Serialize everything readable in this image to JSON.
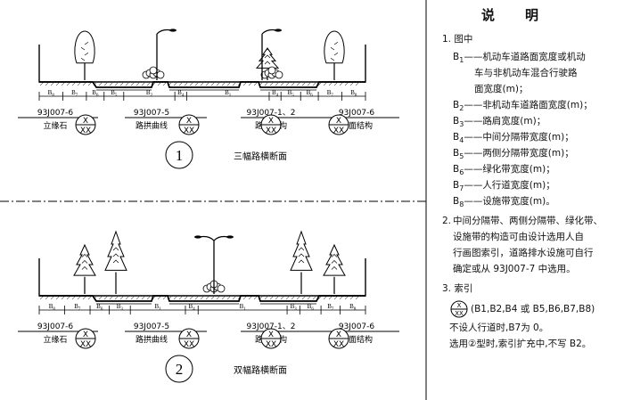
{
  "diagram1": {
    "number": "1",
    "caption": "三幅路横断面",
    "dims": [
      "B8",
      "B7",
      "B6",
      "B5",
      "B2",
      "B4",
      "B1",
      "B4",
      "B5",
      "B6",
      "B7",
      "B8"
    ],
    "refs": [
      {
        "code": "93J007-6",
        "label": "立缘石"
      },
      {
        "code": "93J007-5",
        "label": "路拱曲线"
      },
      {
        "code": "93J007-1、2",
        "label": "路面结构"
      },
      {
        "code": "93J007-6",
        "label": "道面结构"
      }
    ]
  },
  "diagram2": {
    "number": "2",
    "caption": "双幅路横断面",
    "dims": [
      "B8",
      "B7",
      "B6",
      "B3",
      "B1",
      "B4",
      "B1",
      "B3",
      "B6",
      "B7",
      "B8"
    ],
    "refs": [
      {
        "code": "93J007-6",
        "label": "立缘石"
      },
      {
        "code": "93J007-5",
        "label": "路拱曲线"
      },
      {
        "code": "93J007-1、2",
        "label": "路面结构"
      },
      {
        "code": "93J007-6",
        "label": "道面结构"
      }
    ]
  },
  "index_symbol": {
    "top": "X",
    "bottom": "XX"
  },
  "notes": {
    "title": "说明",
    "item1_num": "1.",
    "item1_lead": "图中",
    "defs": [
      {
        "sym": "B1",
        "lines": [
          "——机动车道路面宽度或机动",
          "车与非机动车混合行驶路",
          "面宽度(m)；"
        ]
      },
      {
        "sym": "B2",
        "lines": [
          "——非机动车道路面宽度(m)；"
        ]
      },
      {
        "sym": "B3",
        "lines": [
          "——路肩宽度(m)；"
        ]
      },
      {
        "sym": "B4",
        "lines": [
          "——中间分隔带宽度(m)；"
        ]
      },
      {
        "sym": "B5",
        "lines": [
          "——两侧分隔带宽度(m)；"
        ]
      },
      {
        "sym": "B6",
        "lines": [
          "——绿化带宽度(m)；"
        ]
      },
      {
        "sym": "B7",
        "lines": [
          "——人行道宽度(m)；"
        ]
      },
      {
        "sym": "B8",
        "lines": [
          "——设施带宽度(m)。"
        ]
      }
    ],
    "item2_num": "2.",
    "item2_lines": [
      "中间分隔带、两侧分隔带、绿化带、",
      "设施带的构造可由设计选用人自",
      "行画图索引，道路排水设施可自行",
      "确定或从 93J007-7 中选用。"
    ],
    "item3_num": "3.",
    "item3_lead": "索引",
    "item3_formula": "(B1,B2,B4 或 B5,B6,B7,B8)",
    "item3_lines": [
      "不设人行道时,B7为 0。",
      "选用②型时,索引扩充中,不写 B2。"
    ]
  }
}
